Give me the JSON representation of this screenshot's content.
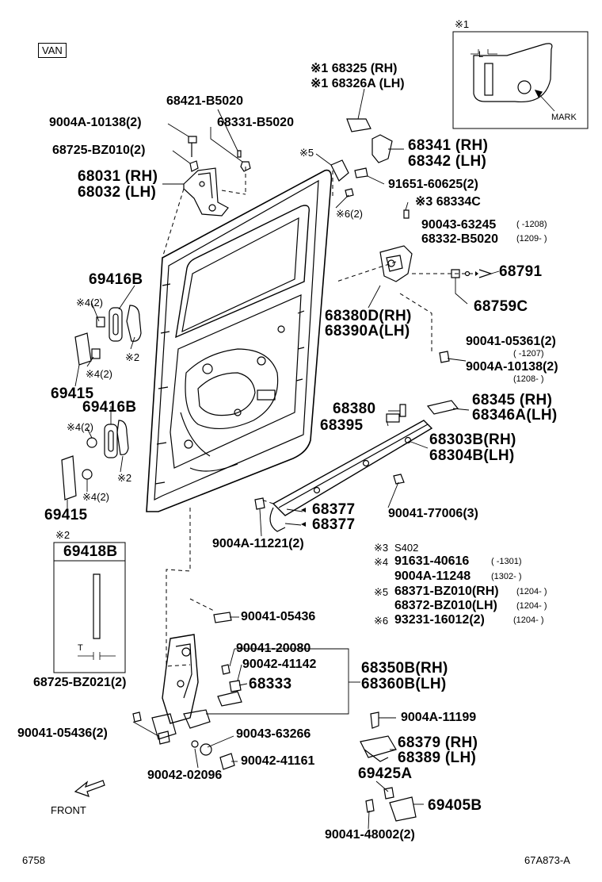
{
  "doc": {
    "variant": "VAN",
    "page_no": "6758",
    "figure_code": "67A873-A",
    "front_label": "FRONT"
  },
  "detail1": {
    "mark": "※1",
    "dim_l": "L",
    "mark_label": "MARK"
  },
  "detail2": {
    "mark": "※2",
    "part": "69418B",
    "dim_t": "T"
  },
  "notes": [
    {
      "mark": "※3",
      "part": "S402",
      "range": ""
    },
    {
      "mark": "※4",
      "part": "91631-40616",
      "range": "(      -1301)"
    },
    {
      "mark": "",
      "part": "9004A-11248",
      "range": "(1302-      )"
    },
    {
      "mark": "※5",
      "part": "68371-BZ010(RH)",
      "range": "(1204-      )"
    },
    {
      "mark": "",
      "part": "68372-BZ010(LH)",
      "range": "(1204-      )"
    },
    {
      "mark": "※6",
      "part": "93231-16012(2)",
      "range": "(1204-      )"
    }
  ],
  "labels": {
    "l1": "※1 68325 (RH)",
    "l2": "※1 68326A (LH)",
    "l3": "68421-B5020",
    "l4": "9004A-10138(2)",
    "l5": "68331-B5020",
    "l6": "68725-BZ010(2)",
    "l7": "68031 (RH)",
    "l8": "68032 (LH)",
    "l9": "※5",
    "l10": "68341 (RH)",
    "l11": "68342 (LH)",
    "l12": "91651-60625(2)",
    "l13": "※6(2)",
    "l14": "※3 68334C",
    "l15": "90043-63245",
    "l15r": "(      -1208)",
    "l16": "68332-B5020",
    "l16r": "(1209-      )",
    "l17": "68791",
    "l18": "69416B",
    "l19": "※4(2)",
    "l20": "※2",
    "l21": "※4(2)",
    "l22": "69415",
    "l23": "68759C",
    "l24": "68380D(RH)",
    "l25": "68390A(LH)",
    "l26": "90041-05361(2)",
    "l26r": "(      -1207)",
    "l27": "9004A-10138(2)",
    "l27r": "(1208-      )",
    "l28": "69416B",
    "l29": "※4(2)",
    "l30": "※2",
    "l31": "※4(2)",
    "l32": "69415",
    "l33": "68380",
    "l34": "68395",
    "l35": "68345 (RH)",
    "l36": "68346A(LH)",
    "l37": "68303B(RH)",
    "l38": "68304B(LH)",
    "l39": "68377",
    "l40": "68377",
    "l41": "90041-77006(3)",
    "l42": "9004A-11221(2)",
    "l43": "90041-05436",
    "l44": "90041-20080",
    "l45": "90042-41142",
    "l46": "68333",
    "l47": "68350B(RH)",
    "l48": "68360B(LH)",
    "l49": "68725-BZ021(2)",
    "l50": "90041-05436(2)",
    "l51": "90043-63266",
    "l52": "90042-41161",
    "l53": "90042-02096",
    "l54": "9004A-11199",
    "l55": "68379 (RH)",
    "l56": "68389 (LH)",
    "l57": "69425A",
    "l58": "69405B",
    "l59": "90041-48002(2)"
  }
}
